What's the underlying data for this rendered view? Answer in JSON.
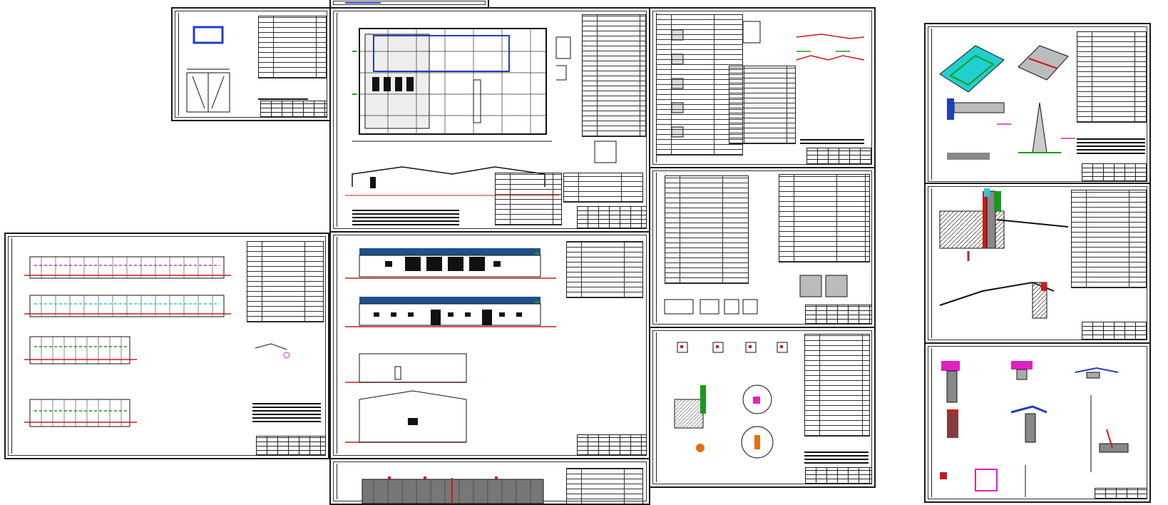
{
  "sheets": [
    {
      "id": "sheet-partition-detail"
    },
    {
      "id": "sheet-floor-plan"
    },
    {
      "id": "sheet-specifications"
    },
    {
      "id": "sheet-roof-nodes"
    },
    {
      "id": "sheet-foundation-section"
    },
    {
      "id": "sheet-wall-elevations"
    },
    {
      "id": "sheet-facades"
    },
    {
      "id": "sheet-window-schedule"
    },
    {
      "id": "sheet-window-nodes"
    },
    {
      "id": "sheet-junction-details"
    },
    {
      "id": "sheet-roof-plan"
    }
  ],
  "colors": {
    "line": "#111111",
    "blue": "#1f3fbf",
    "navy_roof": "#1f4f8f",
    "red": "#d01818",
    "green": "#1a9a1a",
    "magenta": "#e020c0",
    "cyan": "#20d0d0",
    "orange": "#e07010",
    "hatch": "#888888"
  }
}
